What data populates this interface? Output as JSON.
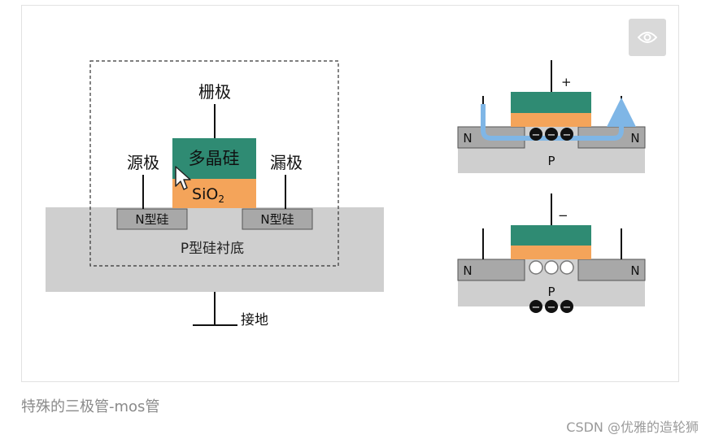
{
  "diagram": {
    "gate_label": "栅极",
    "poly_label": "多晶硅",
    "oxide_label": "SiO",
    "oxide_sub": "2",
    "source_label": "源极",
    "drain_label": "漏极",
    "n_region_label": "N型硅",
    "substrate_label": "P型硅衬底",
    "ground_label": "接地",
    "n_label": "N",
    "p_label": "P",
    "plus_sign": "+",
    "minus_sign": "−",
    "electron_sign": "−"
  },
  "caption": "特殊的三极管-mos管",
  "watermark": "CSDN @优雅的造轮狮",
  "colors": {
    "poly": "#2f8b73",
    "oxide": "#f4a45a",
    "substrate": "#cfcfcf",
    "n_region": "#a8a8a8",
    "arrow": "#7fb6e6"
  },
  "icons": {
    "eye_button": "eye-icon",
    "cursor": "mouse-pointer-icon"
  }
}
